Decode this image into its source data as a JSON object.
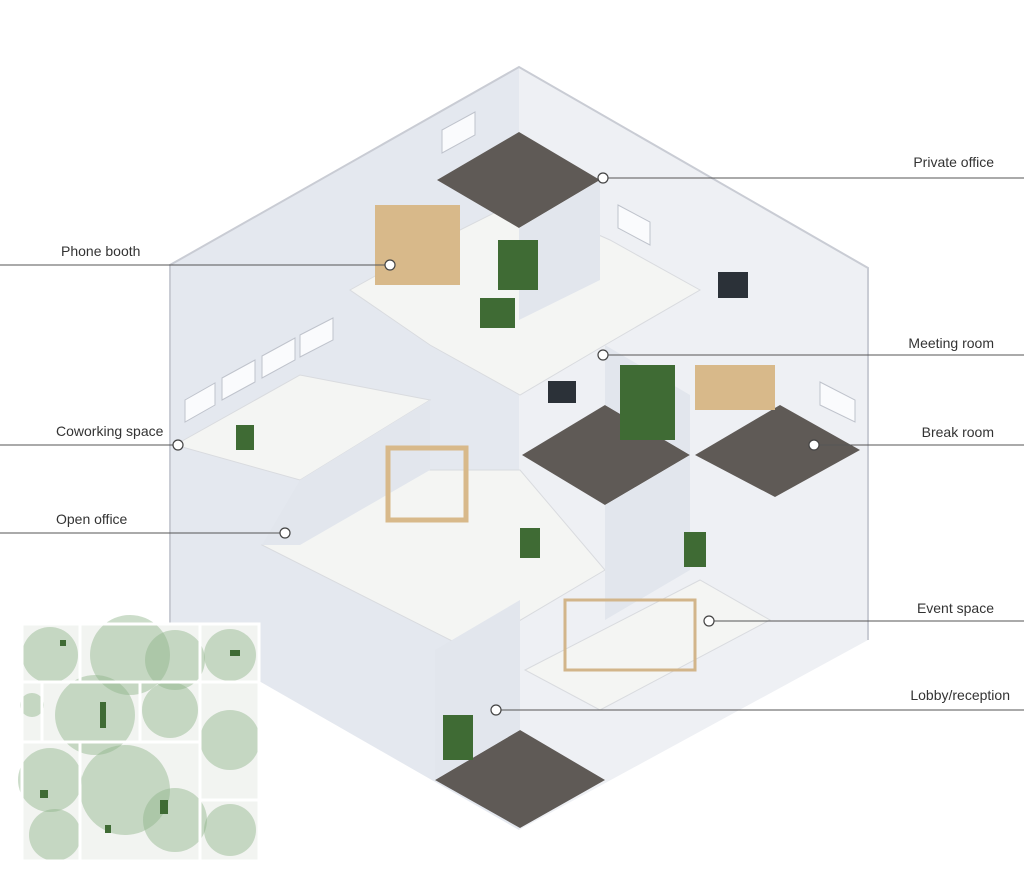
{
  "colors": {
    "wall": "#e9ecf2",
    "wall_shadow": "#d6dae3",
    "floor_light": "#f3f4f2",
    "floor_dark": "#5f5a56",
    "plant": "#3f6b34",
    "wood": "#d8b98a",
    "floorplan_green": "#8fb48a"
  },
  "labels": [
    {
      "id": "private-office",
      "text": "Private office"
    },
    {
      "id": "phone-booth",
      "text": "Phone booth"
    },
    {
      "id": "meeting-room",
      "text": "Meeting room"
    },
    {
      "id": "coworking-space",
      "text": "Coworking space"
    },
    {
      "id": "break-room",
      "text": "Break room"
    },
    {
      "id": "open-office",
      "text": "Open office"
    },
    {
      "id": "event-space",
      "text": "Event space"
    },
    {
      "id": "lobby-reception",
      "text": "Lobby/reception"
    }
  ]
}
